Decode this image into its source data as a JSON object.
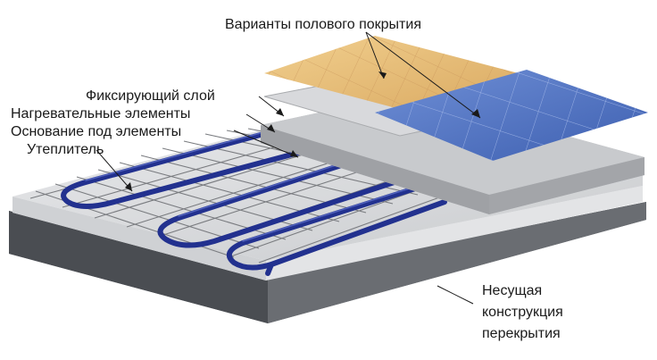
{
  "labels": {
    "floor_covering": "Варианты полового покрытия",
    "fixing_layer": "Фиксирующий слой",
    "heating_elements": "Нагревательные элементы",
    "element_base": "Основание под элементы",
    "insulation": "Утеплитель",
    "structure_line1": "Несущая",
    "structure_line2": "конструкция",
    "structure_line3": "перекрытия"
  },
  "colors": {
    "heating_cable": "#22318f",
    "tile_blue": "#4f73c2",
    "tile_wood": "#e9c27d",
    "slab_dark": "#5b5e63",
    "screed_grey": "#b7b9bd",
    "insulation_light": "#dcdee1"
  }
}
